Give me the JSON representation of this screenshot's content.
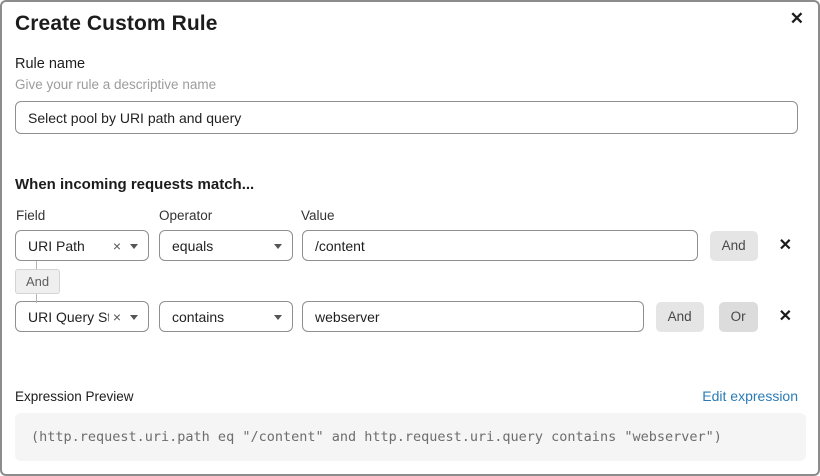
{
  "dialog": {
    "title": "Create Custom Rule",
    "close_icon": "✕"
  },
  "rule_name": {
    "label": "Rule name",
    "helper": "Give your rule a descriptive name",
    "value": "Select pool by URI path and query"
  },
  "match": {
    "heading": "When incoming requests match...",
    "columns": {
      "field": "Field",
      "operator": "Operator",
      "value": "Value"
    },
    "connector": "And",
    "clear_icon": "×",
    "remove_icon": "✕",
    "rows": [
      {
        "field": "URI Path",
        "operator": "equals",
        "value": "/content",
        "and_label": "And"
      },
      {
        "field": "URI Query St...",
        "operator": "contains",
        "value": "webserver",
        "and_label": "And",
        "or_label": "Or"
      }
    ]
  },
  "preview": {
    "label": "Expression Preview",
    "edit_link": "Edit expression",
    "expression": "(http.request.uri.path eq \"/content\" and http.request.uri.query contains \"webserver\")"
  },
  "colors": {
    "link": "#2b7cb5",
    "button_bg": "#e5e5e5",
    "input_border": "#8f8f8f",
    "code_bg": "#f5f5f5"
  }
}
